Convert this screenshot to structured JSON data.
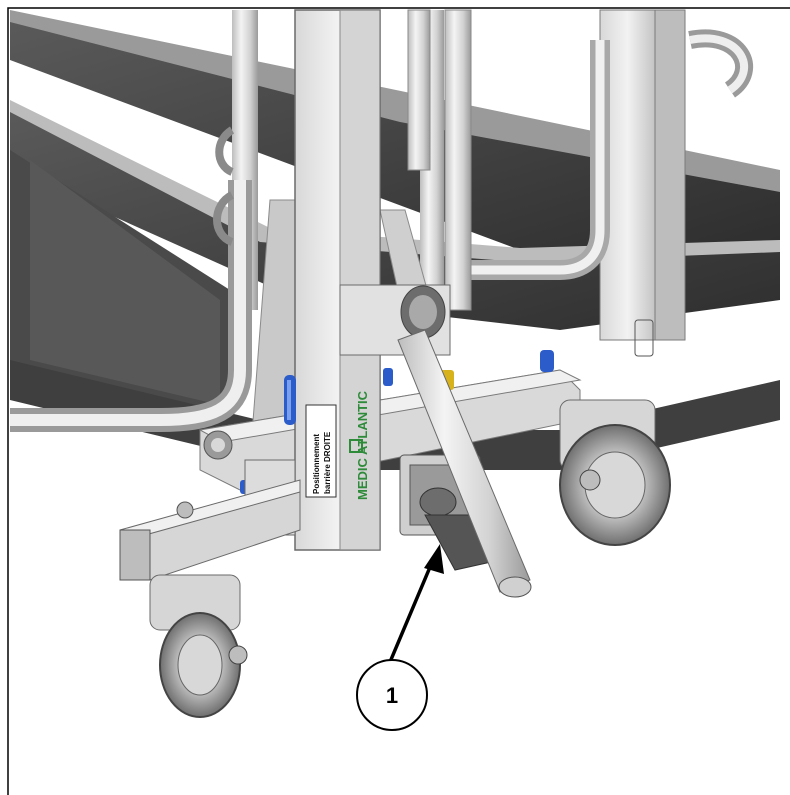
{
  "figure": {
    "callout_number": "1",
    "brand_label": "MEDIC ATLANTIC",
    "sticker_line1": "Positionnement",
    "sticker_line2": "barrière DROITE",
    "colors": {
      "background": "#ffffff",
      "frame_border": "#000000",
      "metal_light": "#e6e6e6",
      "metal_mid": "#c9c9c9",
      "metal_dark": "#6a6a6a",
      "rail_dark": "#3f3f3f",
      "blue_pin": "#2b5cc9",
      "yellow_part": "#d7b21b",
      "logo_green": "#2e8b3a",
      "callout": "#000000"
    }
  }
}
